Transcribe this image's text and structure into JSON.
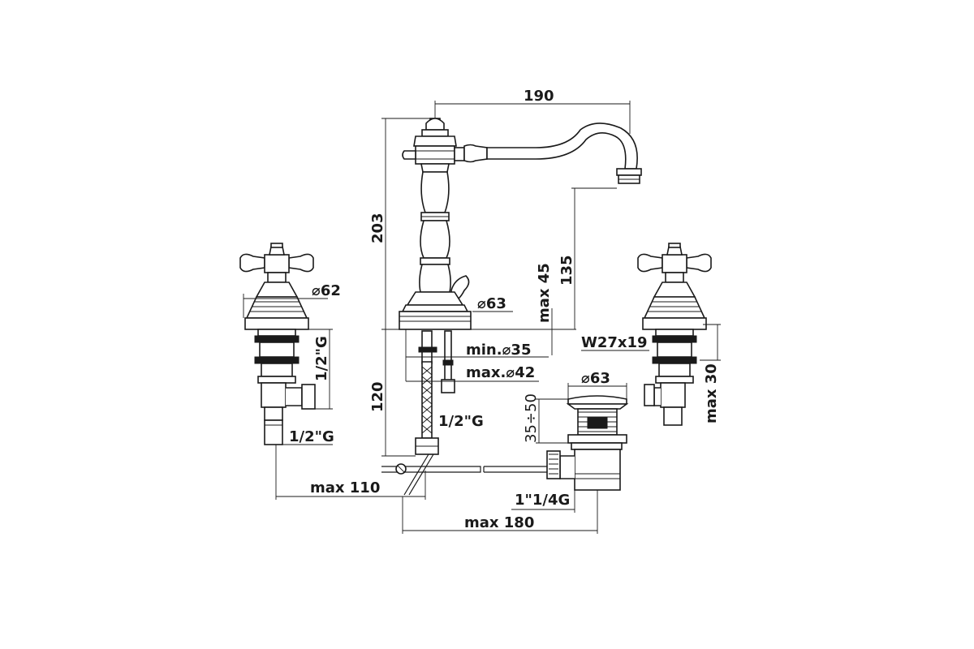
{
  "dimensions": {
    "spout_reach": "190",
    "total_height": "203",
    "spout_height": "135",
    "max_deck_thickness": "max 45",
    "valve_diameter": "⌀62",
    "spout_base_diameter": "⌀63",
    "hole_min": "min.⌀35",
    "hole_max": "max.⌀42",
    "thread_left": "1/2\"G",
    "thread_left_bottom": "1/2\"G",
    "hose_thread": "1/2\"G",
    "below_deck": "120",
    "max_left_spread": "max 110",
    "max_right_spread": "max 180",
    "valve_nut": "W27x19",
    "max_right_deck": "max 30",
    "drain_diameter": "⌀63",
    "drain_range": "35÷50",
    "drain_thread": "1\"1/4G"
  }
}
